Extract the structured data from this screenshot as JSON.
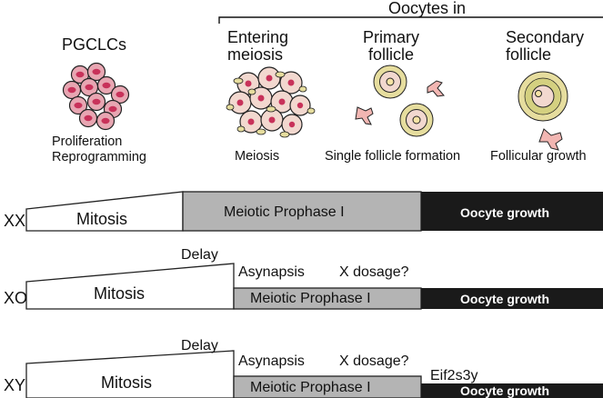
{
  "header": {
    "oocytes_in": "Oocytes in"
  },
  "stages": [
    {
      "title": "PGCLCs",
      "caption_1": "Proliferation",
      "caption_2": "Reprogramming"
    },
    {
      "title_1": "Entering",
      "title_2": "meiosis",
      "caption": "Meiosis"
    },
    {
      "title_1": "Primary",
      "title_2": "follicle",
      "caption": "Single follicle formation"
    },
    {
      "title_1": "Secondary",
      "title_2": "follicle",
      "caption": "Follicular growth"
    }
  ],
  "rows": [
    {
      "label": "XX",
      "mitosis": "Mitosis",
      "prophase": "Meiotic Prophase I",
      "growth": "Oocyte growth"
    },
    {
      "label": "XO",
      "delay": "Delay",
      "asynapsis": "Asynapsis",
      "x_dosage": "X dosage?",
      "mitosis": "Mitosis",
      "prophase": "Meiotic Prophase I",
      "growth": "Oocyte growth"
    },
    {
      "label": "XY",
      "delay": "Delay",
      "asynapsis": "Asynapsis",
      "x_dosage": "X dosage?",
      "gene": "Eif2s3y",
      "mitosis": "Mitosis",
      "prophase": "Meiotic Prophase I",
      "growth": "Oocyte growth"
    }
  ],
  "colors": {
    "pgclc_fill": "#e8a6b2",
    "pgclc_nucleus": "#c8325a",
    "granulosa": "#e6dd9e",
    "oocyte": "#f2d8cf",
    "prophase_gray": "#b4b4b4",
    "growth_black": "#1a1a1a"
  }
}
